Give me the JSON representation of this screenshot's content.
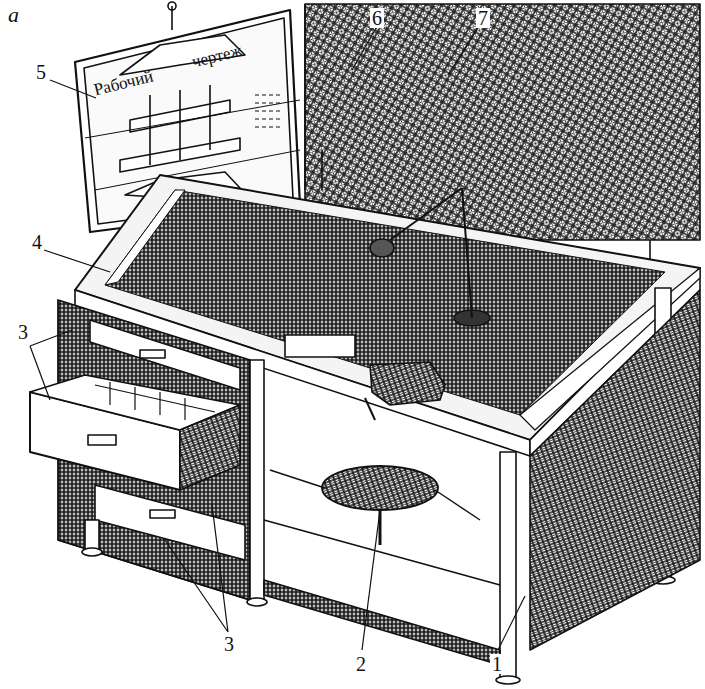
{
  "diagram": {
    "labels": [
      "а",
      "Рабочий",
      "чертеж",
      "5",
      "6",
      "7",
      "4",
      "3",
      "3",
      "2",
      "1"
    ]
  }
}
